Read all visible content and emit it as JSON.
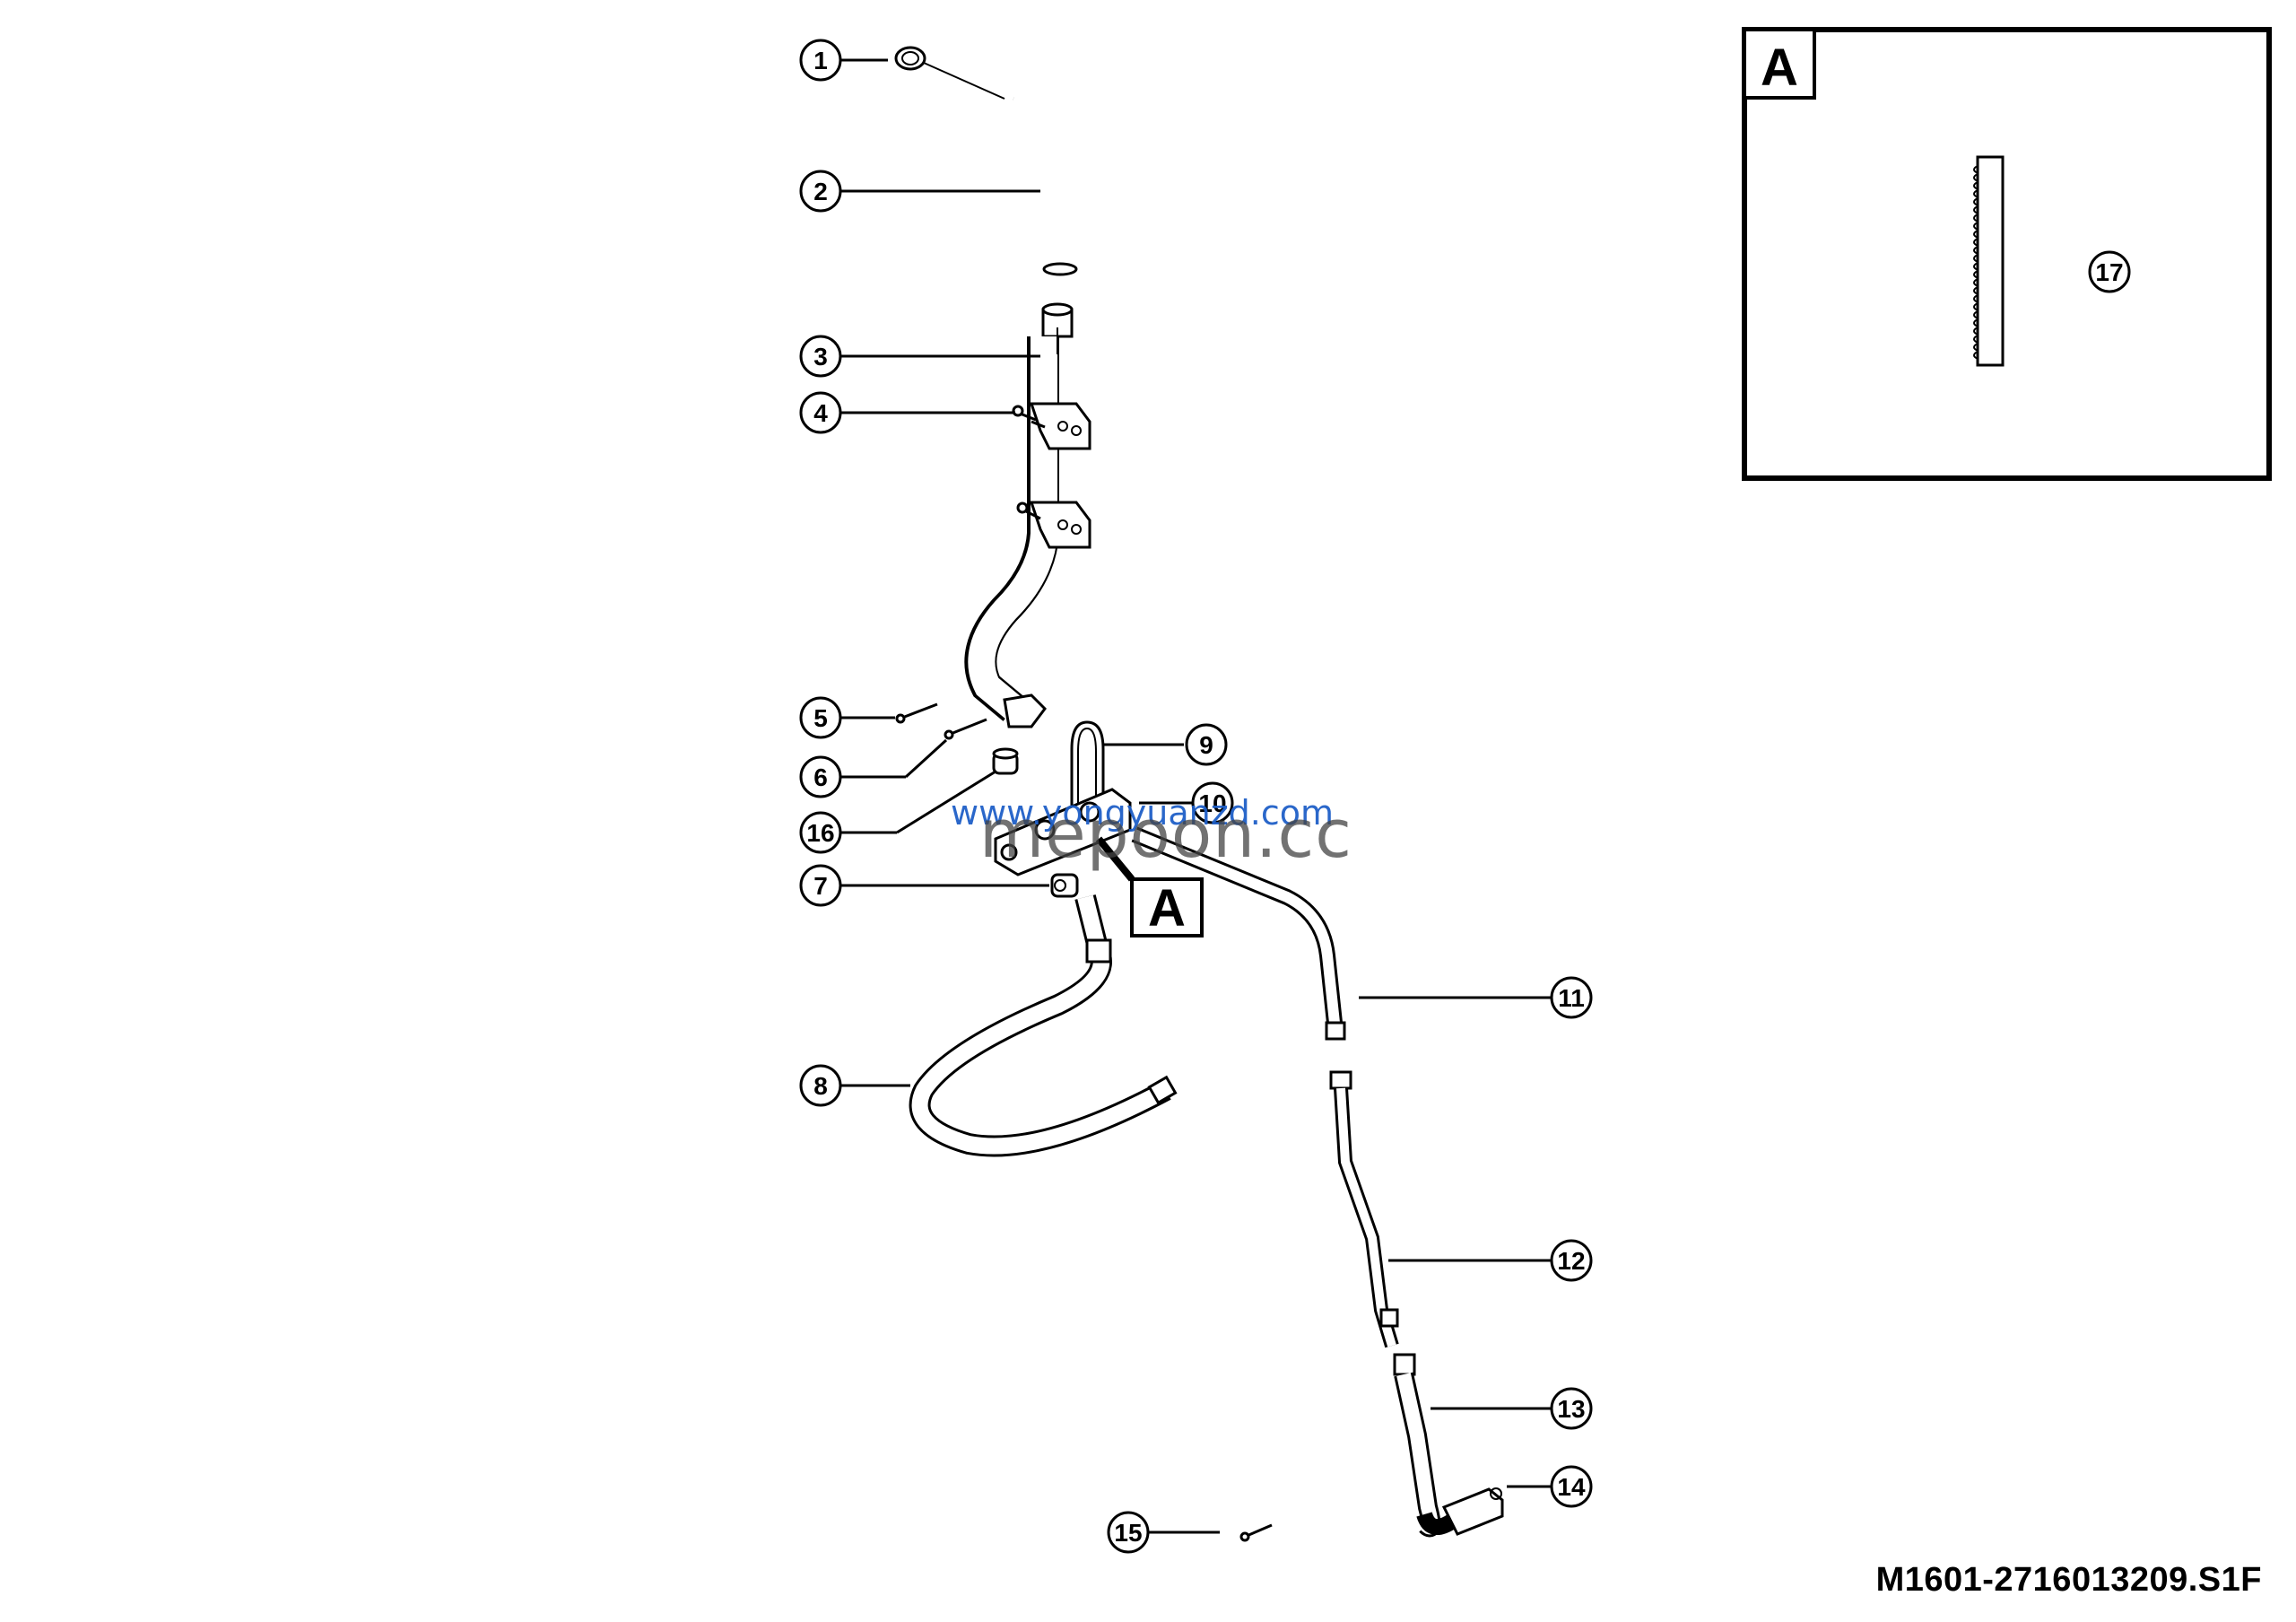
{
  "diagram": {
    "drawing_code": "M1601-2716013209.S1F",
    "detail_view_label": "A",
    "detail_ref_label": "A",
    "watermark_url": "www.yongyuanzd.com",
    "watermark_text": "mepoon.cc",
    "callouts": [
      {
        "id": "c1",
        "label": "1"
      },
      {
        "id": "c2",
        "label": "2"
      },
      {
        "id": "c3",
        "label": "3"
      },
      {
        "id": "c4",
        "label": "4"
      },
      {
        "id": "c5",
        "label": "5"
      },
      {
        "id": "c6",
        "label": "6"
      },
      {
        "id": "c16",
        "label": "16"
      },
      {
        "id": "c7",
        "label": "7"
      },
      {
        "id": "c8",
        "label": "8"
      },
      {
        "id": "c9",
        "label": "9"
      },
      {
        "id": "c10",
        "label": "10"
      },
      {
        "id": "c11",
        "label": "11"
      },
      {
        "id": "c12",
        "label": "12"
      },
      {
        "id": "c13",
        "label": "13"
      },
      {
        "id": "c14",
        "label": "14"
      },
      {
        "id": "c15",
        "label": "15"
      },
      {
        "id": "c17",
        "label": "17"
      }
    ]
  }
}
